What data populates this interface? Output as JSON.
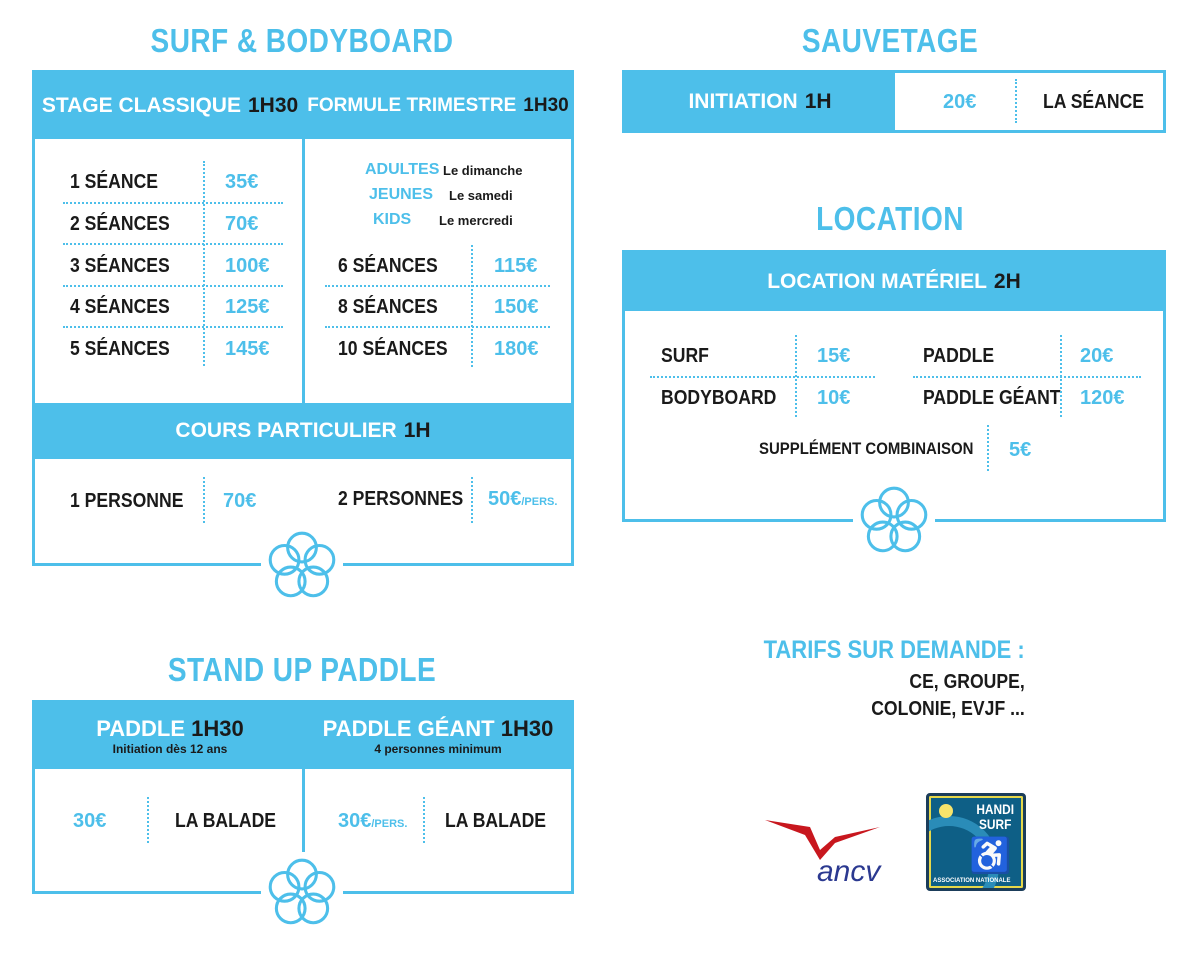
{
  "surf": {
    "title": "SURF & BODYBOARD",
    "stage": {
      "label": "STAGE CLASSIQUE",
      "dur": "1H30",
      "rows": [
        [
          "1 SÉANCE",
          "35€"
        ],
        [
          "2 SÉANCES",
          "70€"
        ],
        [
          "3 SÉANCES",
          "100€"
        ],
        [
          "4 SÉANCES",
          "125€"
        ],
        [
          "5 SÉANCES",
          "145€"
        ]
      ]
    },
    "trimestre": {
      "label": "FORMULE TRIMESTRE",
      "dur": "1H30",
      "groups": [
        [
          "ADULTES",
          "Le dimanche"
        ],
        [
          "JEUNES",
          "Le samedi"
        ],
        [
          "KIDS",
          "Le mercredi"
        ]
      ],
      "rows": [
        [
          "6 SÉANCES",
          "115€"
        ],
        [
          "8 SÉANCES",
          "150€"
        ],
        [
          "10 SÉANCES",
          "180€"
        ]
      ]
    },
    "cours": {
      "label": "COURS PARTICULIER",
      "dur": "1H",
      "p1": "1 PERSONNE",
      "v1": "70€",
      "p2": "2 PERSONNES",
      "v2": "50€",
      "v2_unit": "/PERS."
    }
  },
  "sauvetage": {
    "title": "SAUVETAGE",
    "label": "INITIATION",
    "dur": "1H",
    "price": "20€",
    "unit": "LA SÉANCE"
  },
  "location": {
    "title": "LOCATION",
    "label": "LOCATION MATÉRIEL",
    "dur": "2H",
    "items": [
      [
        "SURF",
        "15€"
      ],
      [
        "BODYBOARD",
        "10€"
      ],
      [
        "PADDLE",
        "20€"
      ],
      [
        "PADDLE GÉANT",
        "120€"
      ]
    ],
    "supp": "SUPPLÉMENT COMBINAISON",
    "supp_price": "5€"
  },
  "sup": {
    "title": "STAND UP PADDLE",
    "paddle": {
      "label": "PADDLE",
      "dur": "1H30",
      "sub": "Initiation dès 12 ans",
      "price": "30€",
      "unit": "LA BALADE"
    },
    "geant": {
      "label": "PADDLE GÉANT",
      "dur": "1H30",
      "sub": "4 personnes minimum",
      "price": "30€",
      "price_unit": "/PERS.",
      "unit": "LA BALADE"
    }
  },
  "tarifs": {
    "title": "TARIFS SUR DEMANDE :",
    "line1": "CE, GROUPE,",
    "line2": "COLONIE, EVJF ..."
  },
  "logos": {
    "ancv": "ancv",
    "handi1": "HANDI",
    "handi2": "SURF",
    "handi3": "ASSOCIATION NATIONALE"
  },
  "colors": {
    "accent": "#4dbfea",
    "text": "#1a1a1a"
  }
}
